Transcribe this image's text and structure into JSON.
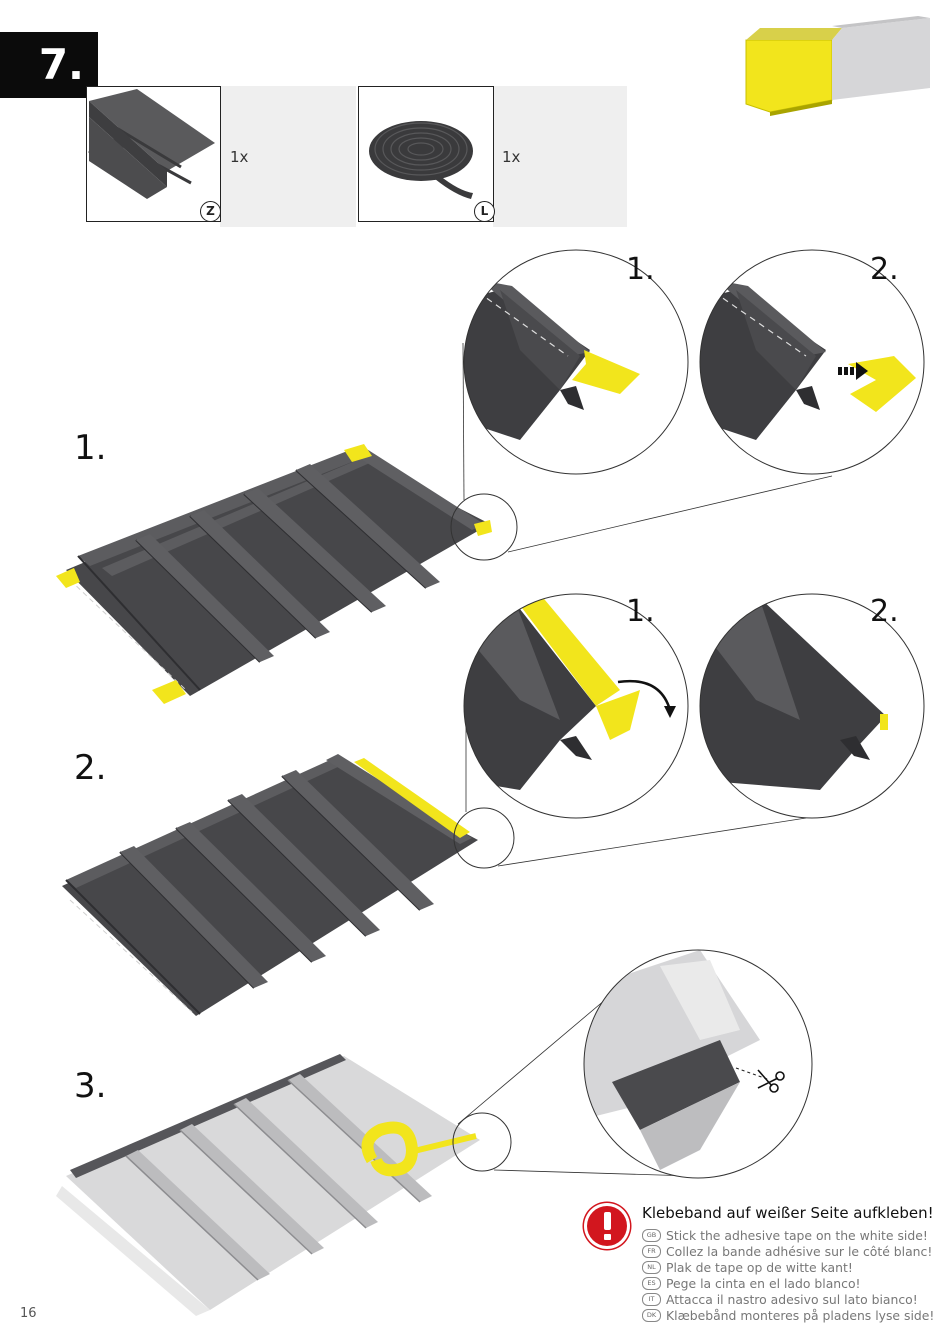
{
  "step_number": "7.",
  "parts": [
    {
      "quantity": "1x",
      "letter": "Z",
      "icon": "corrugated-sheet-icon"
    },
    {
      "quantity": "1x",
      "letter": "L",
      "icon": "tape-roll-icon"
    }
  ],
  "sub_steps": [
    "1.",
    "2.",
    "3."
  ],
  "zoom_labels": {
    "first_row": [
      "1.",
      "2."
    ],
    "second_row": [
      "1.",
      "2."
    ]
  },
  "notice": {
    "title": "Klebeband auf weißer Seite aufkleben!",
    "translations": [
      {
        "code": "GB",
        "text": "Stick the adhesive tape on the white side!"
      },
      {
        "code": "FR",
        "text": "Collez la bande adhésive sur le côté blanc!"
      },
      {
        "code": "NL",
        "text": "Plak de tape op de witte kant!"
      },
      {
        "code": "ES",
        "text": "Pege la cinta en el lado blanco!"
      },
      {
        "code": "IT",
        "text": "Attacca il nastro adesivo sul lato bianco!"
      },
      {
        "code": "DK",
        "text": "Klæbebånd monteres på pladens lyse side!"
      }
    ]
  },
  "page_number": "16",
  "colors": {
    "accent_yellow": "#f2e51c",
    "sheet_dark": "#4a4a4c",
    "sheet_light": "#d9d9d9",
    "warning_red": "#d2161e"
  }
}
